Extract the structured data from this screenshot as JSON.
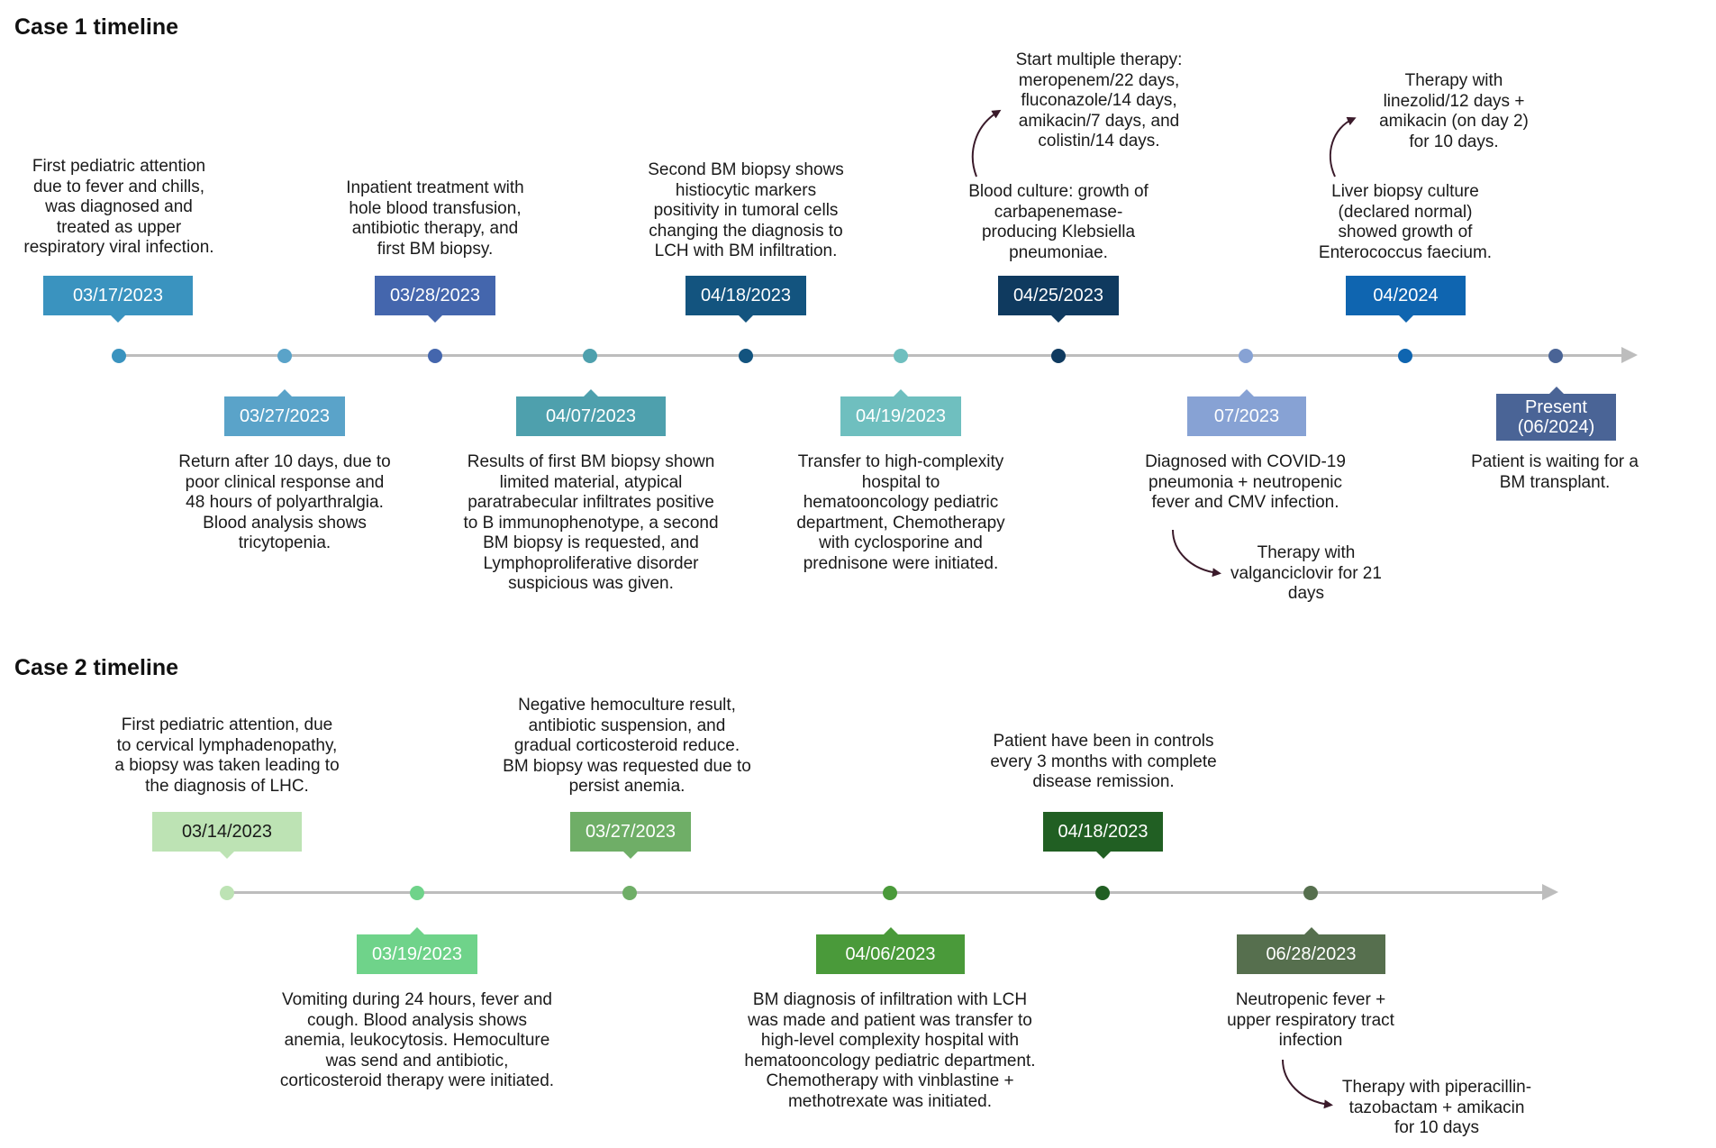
{
  "case1": {
    "title": "Case 1 timeline",
    "events": [
      {
        "date": "03/17/2023",
        "color": "#3a93bf",
        "text": "First pediatric attention\ndue to fever and chills,\nwas diagnosed and\ntreated as upper\nrespiratory viral infection."
      },
      {
        "date": "03/27/2023",
        "color": "#5aa3c9",
        "text": "Return after 10 days, due to\npoor clinical response and\n48 hours of polyarthralgia.\nBlood analysis shows\ntricytopenia."
      },
      {
        "date": "03/28/2023",
        "color": "#4466ad",
        "text": "Inpatient treatment with\nhole blood transfusion,\nantibiotic therapy, and\nfirst BM biopsy."
      },
      {
        "date": "04/07/2023",
        "color": "#4ea0ad",
        "text": "Results of first BM biopsy shown\nlimited material, atypical\nparatrabecular infiltrates positive\nto B immunophenotype, a second\nBM biopsy is requested, and\nLymphoproliferative disorder\nsuspicious was given."
      },
      {
        "date": "04/18/2023",
        "color": "#13547f",
        "text": "Second BM biopsy shows\nhistiocytic markers\npositivity in tumoral cells\nchanging the diagnosis to\nLCH with BM infiltration."
      },
      {
        "date": "04/19/2023",
        "color": "#6fbfbf",
        "text": "Transfer to high-complexity\nhospital to\nhematooncology pediatric\ndepartment, Chemotherapy\nwith cyclosporine and\nprednisone were initiated."
      },
      {
        "date": "04/25/2023",
        "color": "#0f3a5f",
        "text": "Blood culture: growth of\ncarbapenemase-\nproducing Klebsiella\npneumoniae."
      },
      {
        "date": "07/2023",
        "color": "#87a2d4",
        "text": "Diagnosed with COVID-19\npneumonia + neutropenic\nfever and CMV infection."
      },
      {
        "date": "04/2024",
        "color": "#0f65b0",
        "text": "Liver biopsy culture\n(declared normal)\nshowed growth of\nEnterococcus faecium."
      },
      {
        "date": "Present\n(06/2024)",
        "color": "#4a6496",
        "text": "Patient is waiting for a\nBM transplant."
      }
    ],
    "therapies": [
      {
        "text": "Start multiple therapy:\nmeropenem/22 days,\nfluconazole/14 days,\namikacin/7 days, and\ncolistin/14 days."
      },
      {
        "text": "Therapy with\nvalganciclovir for 21\ndays"
      },
      {
        "text": "Therapy with\nlinezolid/12 days +\namikacin (on day 2)\nfor 10 days."
      }
    ]
  },
  "case2": {
    "title": "Case 2 timeline",
    "events": [
      {
        "date": "03/14/2023",
        "color": "#bde3b4",
        "text_color": "#1a1a1a",
        "text": "First pediatric attention, due\nto cervical lymphadenopathy,\na biopsy was taken leading to\nthe diagnosis of LHC."
      },
      {
        "date": "03/19/2023",
        "color": "#6fd38a",
        "text": "Vomiting during 24 hours, fever and\ncough. Blood analysis shows\nanemia, leukocytosis. Hemoculture\nwas send and antibiotic,\ncorticosteroid therapy were initiated."
      },
      {
        "date": "03/27/2023",
        "color": "#6fae67",
        "text": "Negative hemoculture result,\nantibiotic suspension, and\ngradual corticosteroid reduce.\nBM biopsy was requested due to\npersist anemia."
      },
      {
        "date": "04/06/2023",
        "color": "#4a9a3a",
        "text": "BM diagnosis of  infiltration with LCH\nwas made and patient was transfer to\nhigh-level complexity hospital with\nhematooncology pediatric department.\nChemotherapy with vinblastine +\nmethotrexate was initiated."
      },
      {
        "date": "04/18/2023",
        "color": "#215f23",
        "text": "Patient have been in controls\nevery 3 months with complete\ndisease remission."
      },
      {
        "date": "06/28/2023",
        "color": "#566f4e",
        "text": "Neutropenic fever +\nupper respiratory tract\ninfection"
      }
    ],
    "therapies": [
      {
        "text": "Therapy with piperacillin-\ntazobactam +  amikacin\nfor 10 days"
      }
    ]
  }
}
